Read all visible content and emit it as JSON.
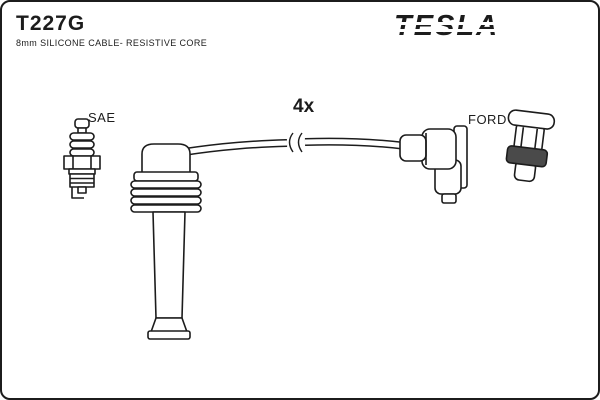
{
  "part": {
    "number": "T227G",
    "description": "8mm SILICONE CABLE- RESISTIVE CORE"
  },
  "brand": {
    "name": "TESLA"
  },
  "labels": {
    "quantity": "4x",
    "spark_plug_standard": "SAE",
    "connector_type": "FORD"
  },
  "icons": [
    "spark-plug-icon",
    "coil-boot-icon",
    "cable-icon",
    "cable-break-icon",
    "elbow-connector-icon",
    "straight-connector-icon"
  ],
  "colors": {
    "line": "#1c1c1c",
    "background": "#ffffff",
    "connector_band": "#4a4a4a"
  }
}
